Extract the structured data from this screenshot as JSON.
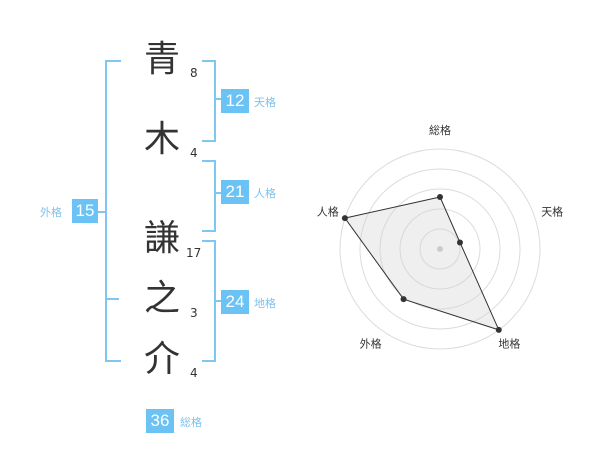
{
  "colors": {
    "accent": "#7dc7f2",
    "badge_bg": "#6bc2f5",
    "label_text": "#7cc2ee",
    "text": "#333333"
  },
  "name": {
    "chars": [
      {
        "char": "青",
        "strokes": "8"
      },
      {
        "char": "木",
        "strokes": "4"
      },
      {
        "char": "謙",
        "strokes": "17"
      },
      {
        "char": "之",
        "strokes": "3"
      },
      {
        "char": "介",
        "strokes": "4"
      }
    ]
  },
  "fortune": {
    "tenkaku": {
      "value": "12",
      "label": "天格"
    },
    "jinkaku": {
      "value": "21",
      "label": "人格"
    },
    "chikaku": {
      "value": "24",
      "label": "地格"
    },
    "gaikaku": {
      "value": "15",
      "label": "外格"
    },
    "soukaku": {
      "value": "36",
      "label": "総格"
    }
  },
  "chart_data": {
    "type": "radar",
    "axes": [
      "総格",
      "天格",
      "地格",
      "外格",
      "人格"
    ],
    "values": [
      0.52,
      0.21,
      1.0,
      0.62,
      1.0
    ],
    "max": 1,
    "rings": 5
  }
}
